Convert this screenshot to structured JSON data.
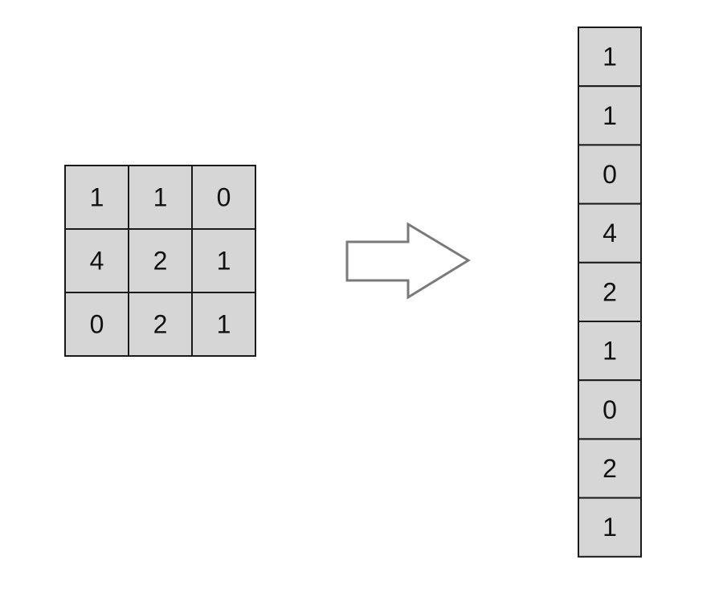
{
  "matrix": {
    "rows": [
      [
        "1",
        "1",
        "0"
      ],
      [
        "4",
        "2",
        "1"
      ],
      [
        "0",
        "2",
        "1"
      ]
    ]
  },
  "vector": {
    "values": [
      "1",
      "1",
      "0",
      "4",
      "2",
      "1",
      "0",
      "2",
      "1"
    ]
  },
  "arrow": {
    "icon": "right-arrow-icon",
    "stroke_color": "#7a7a7a"
  },
  "colors": {
    "cell_fill": "#d6d6d6",
    "cell_border": "#1a1a1a"
  }
}
